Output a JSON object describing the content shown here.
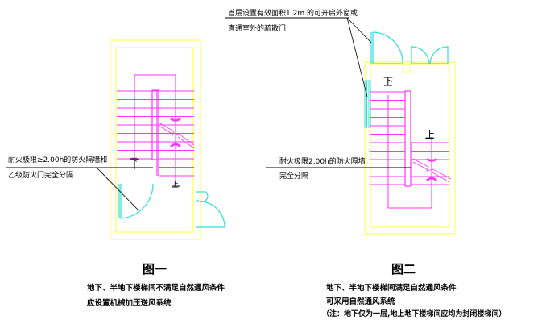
{
  "figure1": {
    "title": "图一",
    "caption_lines": [
      "地下、半地下楼梯间不满足自然通风条件",
      "应设置机械加压送风系统"
    ],
    "note_lines": [
      "耐火极限≥2.00h的防火隔墙和",
      "乙级防火门完全分隔"
    ],
    "label_down": "下",
    "label_up": "上"
  },
  "figure2": {
    "title": "图二",
    "caption_lines": [
      "地下、半地下楼梯间满足自然通风条件",
      "可采用自然通风系统",
      "（注：地下仅为一层,地上地下楼梯间应均为封闭楼梯间）"
    ],
    "note_top_lines": [
      "首层设置有效面积1.2m  的可开启外窗或",
      "直通室外的疏散门"
    ],
    "note_wall_lines": [
      "耐火极限2.00h的防火隔墙",
      "完全分隔"
    ],
    "label_down": "下",
    "label_up": "上"
  },
  "colors": {
    "wall": "#ffff66",
    "stair": "#ff33ff",
    "door": "#33dddd",
    "line": "#000000"
  }
}
